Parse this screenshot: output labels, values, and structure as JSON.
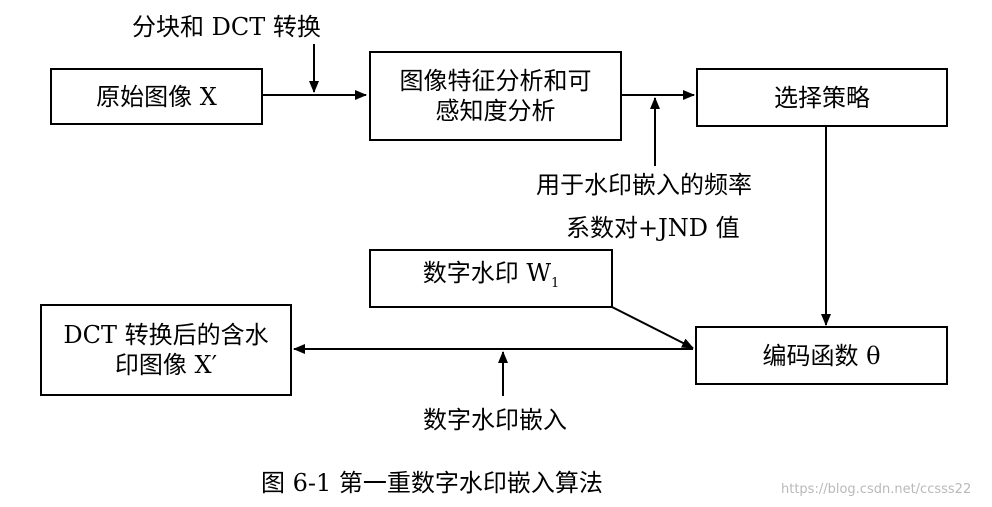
{
  "diagram": {
    "label_block_dct": "分块和 DCT 转换",
    "box_original_image": "原始图像 X",
    "box_feature_line1": "图像特征分析和可",
    "box_feature_line2": "感知度分析",
    "box_strategy": "选择策略",
    "label_freq_line1": "用于水印嵌入的频率",
    "label_freq_line2": "系数对+JND 值",
    "box_watermark": "数字水印 W",
    "box_watermark_subscript": "1",
    "box_output_line1": "DCT 转换后的含水",
    "box_output_line2": "印图像 X′",
    "box_encode": "编码函数 θ",
    "label_embed": "数字水印嵌入",
    "caption": "图 6-1  第一重数字水印嵌入算法"
  },
  "watermark_text": "https://blog.csdn.net/ccsss22"
}
